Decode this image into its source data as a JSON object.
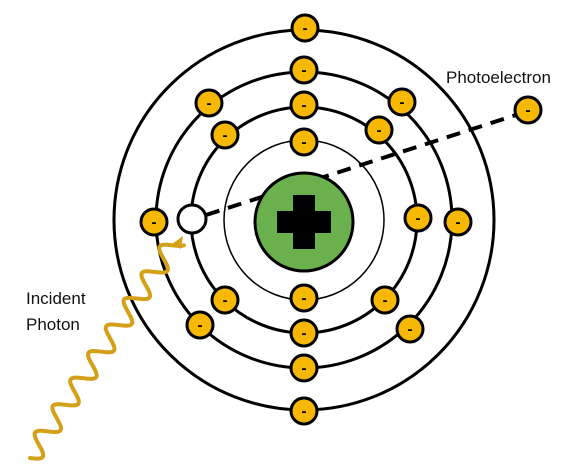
{
  "diagram": {
    "labels": {
      "photoelectron": "Photoelectron",
      "incident_line1": "Incident",
      "incident_line2": "Photon"
    },
    "electron_sign": "-",
    "nucleus": {
      "symbol": "plus-icon",
      "fill": "#6ab04c",
      "cross": "#000000"
    },
    "electron_color": "#f6b800",
    "photon_color": "#d4a017",
    "electron_count": 20,
    "vacancy_count": 1
  }
}
